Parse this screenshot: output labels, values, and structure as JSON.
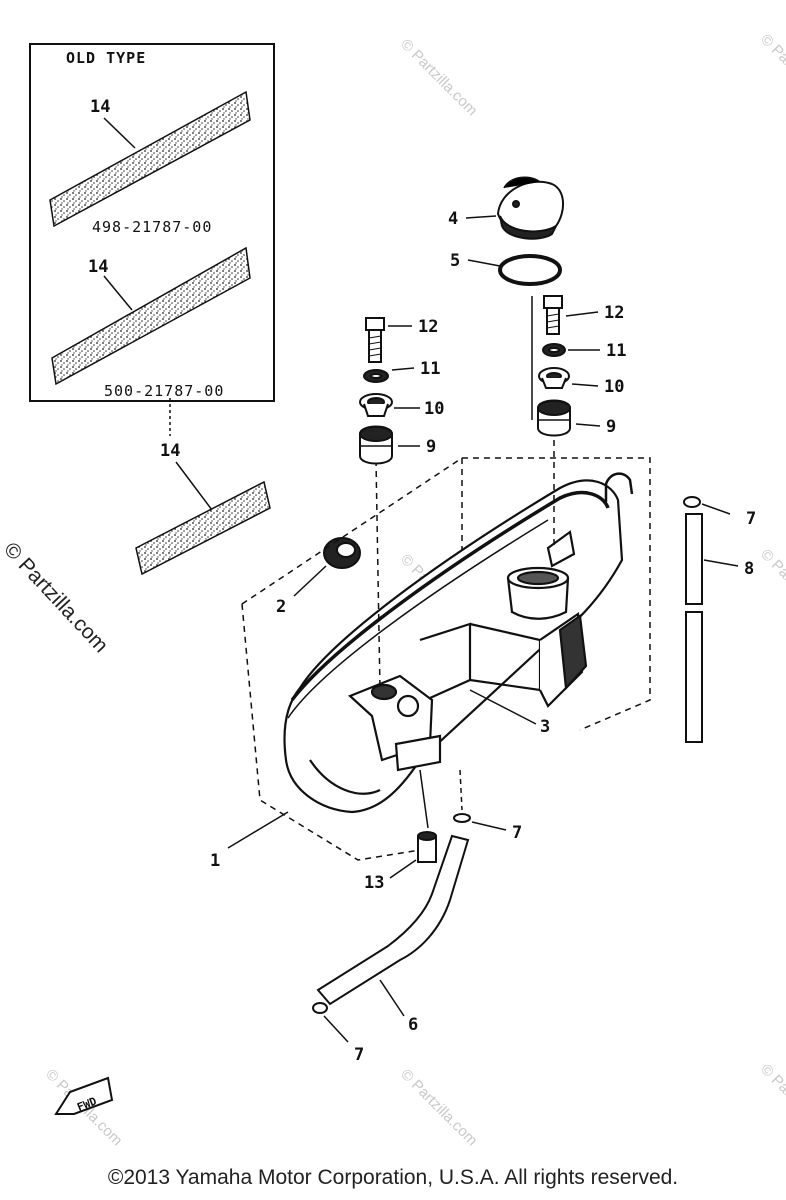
{
  "diagram": {
    "inset_title": "OLD TYPE",
    "inset_part_numbers": [
      "498-21787-00",
      "500-21787-00"
    ],
    "callouts": {
      "c1": "1",
      "c2": "2",
      "c3": "3",
      "c4": "4",
      "c5": "5",
      "c6": "6",
      "c7": "7",
      "c8": "8",
      "c9": "9",
      "c10": "10",
      "c11": "11",
      "c12": "12",
      "c13": "13",
      "c14": "14"
    },
    "fwd_label": "FWD"
  },
  "watermark": {
    "side_text": "© Partzilla.com",
    "tile_text": "© Partzilla.com"
  },
  "footer": {
    "copyright": "©2013 Yamaha Motor Corporation, U.S.A. All rights reserved."
  },
  "colors": {
    "line": "#111111",
    "watermark": "#c9c9c9",
    "background": "#ffffff"
  }
}
